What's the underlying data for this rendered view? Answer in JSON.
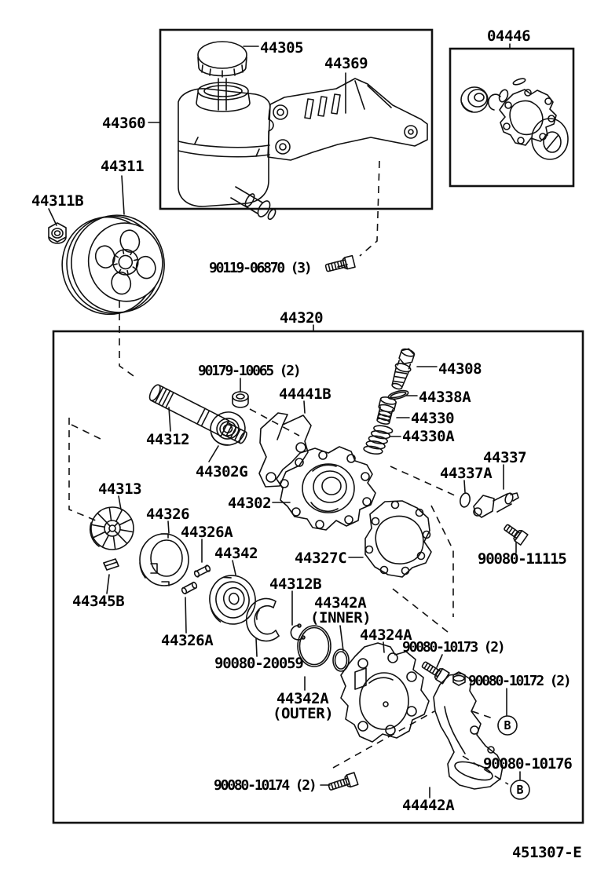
{
  "figure": {
    "type": "exploded-parts-diagram"
  },
  "colors": {
    "ink": "#111111",
    "paper": "#ffffff"
  },
  "labels": [
    {
      "text": "44305"
    },
    {
      "text": "44369"
    },
    {
      "text": "04446"
    },
    {
      "text": "44360"
    },
    {
      "text": "44311"
    },
    {
      "text": "44311B"
    },
    {
      "text": "90119-06870 (3)"
    },
    {
      "text": "44320"
    },
    {
      "text": "90179-10065 (2)"
    },
    {
      "text": "44441B"
    },
    {
      "text": "44312"
    },
    {
      "text": "44302G"
    },
    {
      "text": "44308"
    },
    {
      "text": "44338A"
    },
    {
      "text": "44330"
    },
    {
      "text": "44330A"
    },
    {
      "text": "44337"
    },
    {
      "text": "44337A"
    },
    {
      "text": "90080-11115"
    },
    {
      "text": "44302"
    },
    {
      "text": "44327C"
    },
    {
      "text": "44313"
    },
    {
      "text": "44326"
    },
    {
      "text": "44326A"
    },
    {
      "text": "44342"
    },
    {
      "text": "44345B"
    },
    {
      "text": "44326A"
    },
    {
      "text": "90080-20059"
    },
    {
      "text": "44312B"
    },
    {
      "text": "44342A"
    },
    {
      "text": "(INNER)"
    },
    {
      "text": "44324A"
    },
    {
      "text": "90080-10173 (2)"
    },
    {
      "text": "90080-10172 (2)"
    },
    {
      "text": "44342A"
    },
    {
      "text": "(OUTER)"
    },
    {
      "text": "90080-10176"
    },
    {
      "text": "90080-10174 (2)"
    },
    {
      "text": "44442A"
    },
    {
      "text": "451307-E"
    }
  ],
  "circled_letters": [
    {
      "text": "B"
    },
    {
      "text": "B"
    }
  ]
}
